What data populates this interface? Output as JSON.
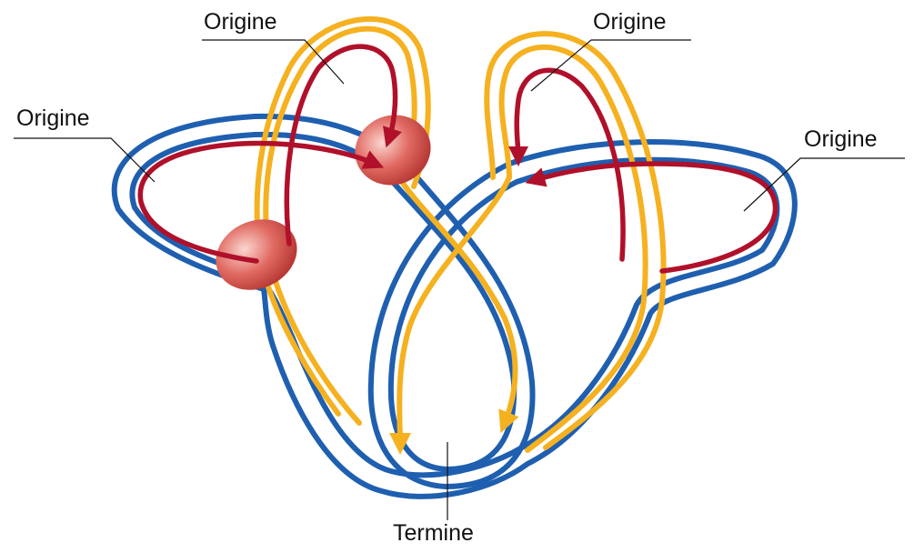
{
  "labels": {
    "origin_top_left": "Origine",
    "origin_left": "Origine",
    "origin_top_right": "Origine",
    "origin_right": "Origine",
    "terminus": "Termine"
  },
  "colors": {
    "blue_strand": "#1f5fb0",
    "yellow_strand": "#f5b120",
    "red_arrow": "#b0102a",
    "protein": "#d9534f",
    "line": "#111111"
  }
}
